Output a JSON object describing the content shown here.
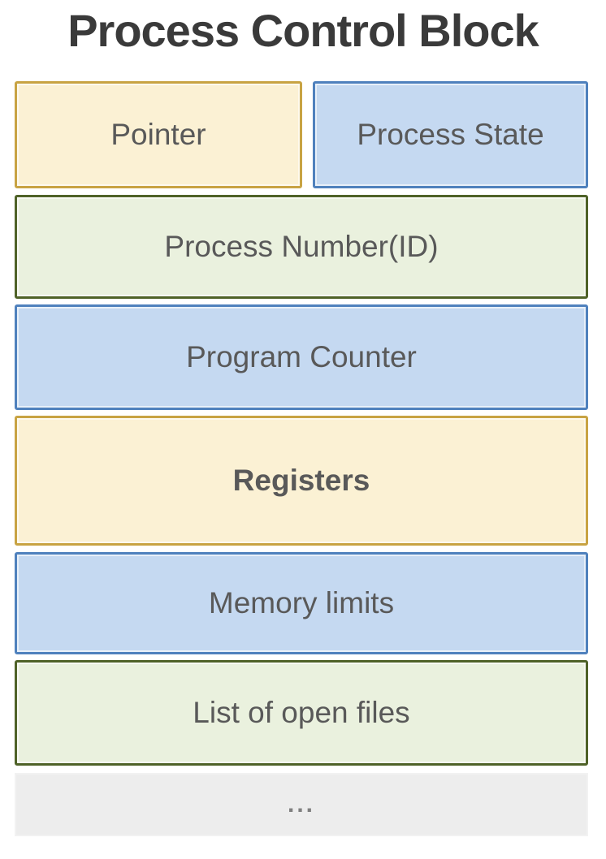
{
  "title": "Process Control Block",
  "boxes": {
    "pointer": {
      "label": "Pointer",
      "color_variant": "gold"
    },
    "process_state": {
      "label": "Process State",
      "color_variant": "blue"
    },
    "process_number": {
      "label": "Process Number(ID)",
      "color_variant": "green"
    },
    "program_counter": {
      "label": "Program Counter",
      "color_variant": "blue"
    },
    "registers": {
      "label": "Registers",
      "color_variant": "gold",
      "bold": true
    },
    "memory_limits": {
      "label": "Memory limits",
      "color_variant": "blue"
    },
    "open_files": {
      "label": "List of open files",
      "color_variant": "green"
    },
    "ellipsis": {
      "label": "...",
      "color_variant": "gray"
    }
  },
  "colors": {
    "title_text": "#3A3A3A",
    "label_text": "#595959",
    "ellipsis_text": "#7F7F7F",
    "gold_fill": "#FBF1D4",
    "gold_border": "#C8A343",
    "blue_fill": "#C5D9F1",
    "blue_border": "#4F81BD",
    "green_fill": "#EAF1DE",
    "green_border": "#4F6228",
    "gray_fill": "#EDEDED",
    "gray_border": "#F2F2F2"
  }
}
